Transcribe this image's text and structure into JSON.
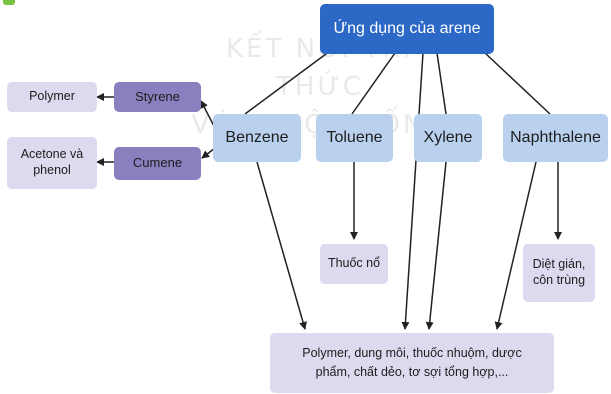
{
  "watermark": {
    "line1": "KẾT NỐI TRI THỨC",
    "line2": "VỚI CUỘC SỐNG"
  },
  "root": "Ứng dụng của arene",
  "arenes": {
    "benzene": "Benzene",
    "toluene": "Toluene",
    "xylene": "Xylene",
    "naphthalene": "Naphthalene"
  },
  "intermediates": {
    "styrene": "Styrene",
    "cumene": "Cumene"
  },
  "products": {
    "polymer": "Polymer",
    "acetone_phenol": "Acetone và phenol",
    "explosive": "Thuốc nổ",
    "insecticide": "Diệt gián, côn trùng",
    "common": "Polymer, dung môi, thuốc nhuộm, dược phẩm, chất dẻo, tơ sợi tổng hợp,..."
  },
  "colors": {
    "root": "#2c68c6",
    "arene": "#b9d1ee",
    "intermediate": "#8b7fbf",
    "product": "#dcdaee",
    "line": "#222222",
    "logo": "#7cc242"
  }
}
